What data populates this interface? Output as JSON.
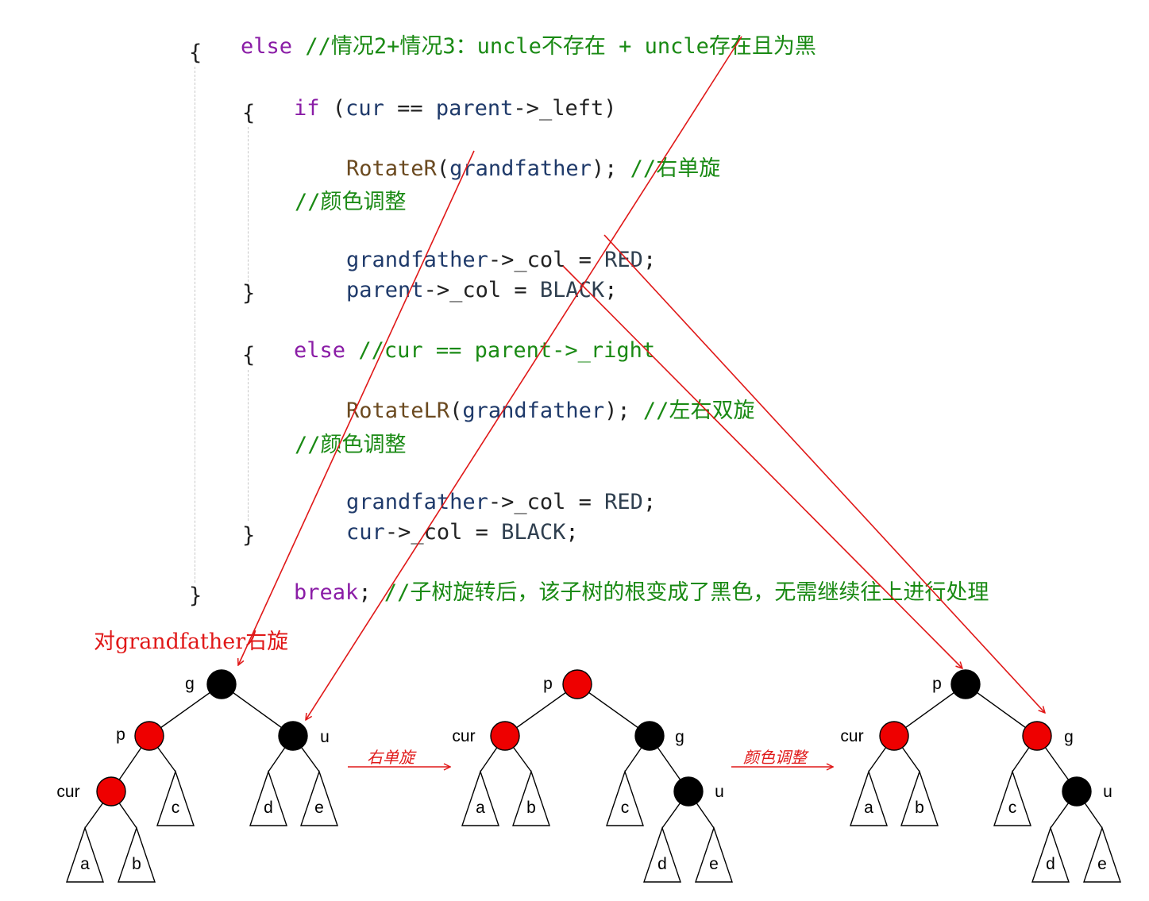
{
  "code": {
    "l1": {
      "kw": "else",
      "comment": "//情况2+情况3：uncle不存在 + uncle存在且为黑"
    },
    "l2": {
      "brace": "{"
    },
    "l3": {
      "kw": "if",
      "open": " (",
      "a": "cur",
      "op": " == ",
      "b": "parent",
      "arrow": "->",
      "c": "_left",
      "close": ")"
    },
    "l4": {
      "brace": "{"
    },
    "l5": {
      "fn": "RotateR",
      "open": "(",
      "arg": "grandfather",
      "close": ");",
      "comment": " //右单旋"
    },
    "l6": {
      "comment": "//颜色调整"
    },
    "l7": {
      "a": "grandfather",
      "arrow": "->",
      "b": "_col",
      "op": " = ",
      "v": "RED",
      "end": ";"
    },
    "l8": {
      "a": "parent",
      "arrow": "->",
      "b": "_col",
      "op": " = ",
      "v": "BLACK",
      "end": ";"
    },
    "l9": {
      "brace": "}"
    },
    "l10": {
      "kw": "else",
      "comment": " //cur == parent->_right"
    },
    "l11": {
      "brace": "{"
    },
    "l12": {
      "fn": "RotateLR",
      "open": "(",
      "arg": "grandfather",
      "close": ");",
      "comment": " //左右双旋"
    },
    "l13": {
      "comment": "//颜色调整"
    },
    "l14": {
      "a": "grandfather",
      "arrow": "->",
      "b": "_col",
      "op": " = ",
      "v": "RED",
      "end": ";"
    },
    "l15": {
      "a": "cur",
      "arrow": "->",
      "b": "_col",
      "op": " = ",
      "v": "BLACK",
      "end": ";"
    },
    "l16": {
      "brace": "}"
    },
    "l17": {
      "kw": "break",
      "end": ";",
      "comment": " //子树旋转后，该子树的根变成了黑色，无需继续往上进行处理"
    },
    "l18": {
      "brace": "}"
    }
  },
  "captions": {
    "rotate_grandfather": "对grandfather右旋",
    "step1": "右单旋",
    "step2": "颜色调整"
  },
  "trees": [
    {
      "nodes": [
        {
          "label": "g",
          "color": "black"
        },
        {
          "label": "p",
          "color": "red"
        },
        {
          "label": "u",
          "color": "black"
        },
        {
          "label": "cur",
          "color": "red"
        }
      ],
      "subtrees": [
        "c",
        "d",
        "e",
        "a",
        "b"
      ]
    },
    {
      "nodes": [
        {
          "label": "p",
          "color": "red"
        },
        {
          "label": "cur",
          "color": "red"
        },
        {
          "label": "g",
          "color": "black"
        },
        {
          "label": "u",
          "color": "black"
        }
      ],
      "subtrees": [
        "a",
        "b",
        "c",
        "d",
        "e"
      ]
    },
    {
      "nodes": [
        {
          "label": "p",
          "color": "black"
        },
        {
          "label": "cur",
          "color": "red"
        },
        {
          "label": "g",
          "color": "red"
        },
        {
          "label": "u",
          "color": "black"
        }
      ],
      "subtrees": [
        "a",
        "b",
        "c",
        "d",
        "e"
      ]
    }
  ],
  "colors": {
    "red": "#ee0000",
    "black": "#000000",
    "annotation": "#e01818"
  }
}
